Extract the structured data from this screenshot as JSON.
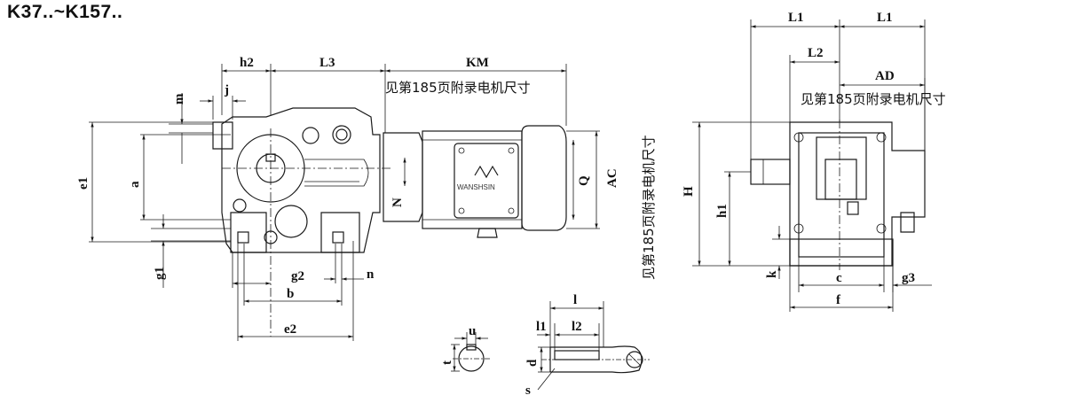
{
  "title": "K37..~K157..",
  "motor_note": "见第185页附录电机尺寸",
  "brand": "WANSHSIN",
  "labels": {
    "h2": "h2",
    "L3": "L3",
    "KM": "KM",
    "m": "m",
    "j": "j",
    "e1": "e1",
    "a": "a",
    "N": "N",
    "Q": "Q",
    "AC": "AC",
    "g1": "g1",
    "g2": "g2",
    "n": "n",
    "b": "b",
    "e2": "e2",
    "L1": "L1",
    "L2": "L2",
    "AD": "AD",
    "H": "H",
    "h1": "h1",
    "k": "k",
    "c": "c",
    "g3": "g3",
    "f": "f",
    "l": "l",
    "l1": "l1",
    "l2": "l2",
    "u": "u",
    "t": "t",
    "d": "d",
    "s": "s"
  }
}
